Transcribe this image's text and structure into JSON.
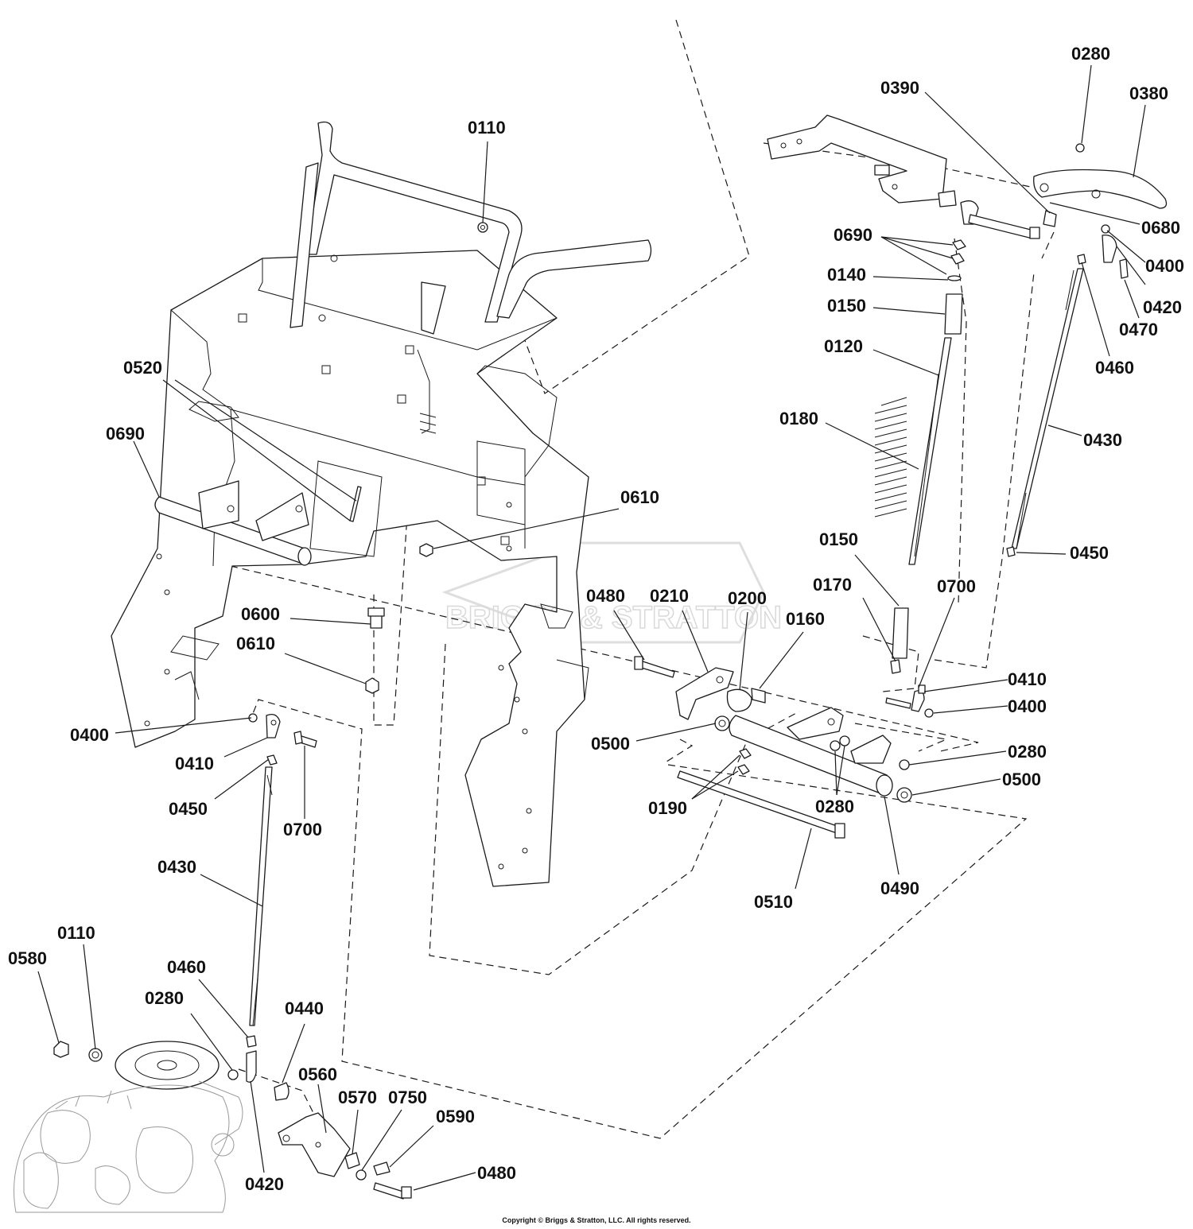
{
  "watermark": "BRIGGS & STRATTON",
  "copyright": "Copyright © Briggs & Stratton, LLC. All rights reserved.",
  "callouts": [
    {
      "id": "c-0110-top",
      "text": "0110"
    },
    {
      "id": "c-0520",
      "text": "0520"
    },
    {
      "id": "c-0690-left",
      "text": "0690"
    },
    {
      "id": "c-0610-right",
      "text": "0610"
    },
    {
      "id": "c-0600",
      "text": "0600"
    },
    {
      "id": "c-0610-left",
      "text": "0610"
    },
    {
      "id": "c-0400-left",
      "text": "0400"
    },
    {
      "id": "c-0410-left",
      "text": "0410"
    },
    {
      "id": "c-0450-left",
      "text": "0450"
    },
    {
      "id": "c-0700-left",
      "text": "0700"
    },
    {
      "id": "c-0430-left",
      "text": "0430"
    },
    {
      "id": "c-0110-bottom",
      "text": "0110"
    },
    {
      "id": "c-0580",
      "text": "0580"
    },
    {
      "id": "c-0460-left",
      "text": "0460"
    },
    {
      "id": "c-0280-left",
      "text": "0280"
    },
    {
      "id": "c-0440",
      "text": "0440"
    },
    {
      "id": "c-0420-left",
      "text": "0420"
    },
    {
      "id": "c-0560",
      "text": "0560"
    },
    {
      "id": "c-0570",
      "text": "0570"
    },
    {
      "id": "c-0750",
      "text": "0750"
    },
    {
      "id": "c-0590",
      "text": "0590"
    },
    {
      "id": "c-0480-bottom",
      "text": "0480"
    },
    {
      "id": "c-0280-top",
      "text": "0280"
    },
    {
      "id": "c-0380",
      "text": "0380"
    },
    {
      "id": "c-0390",
      "text": "0390"
    },
    {
      "id": "c-0680",
      "text": "0680"
    },
    {
      "id": "c-0690-right",
      "text": "0690"
    },
    {
      "id": "c-0400-top",
      "text": "0400"
    },
    {
      "id": "c-0140",
      "text": "0140"
    },
    {
      "id": "c-0420-top",
      "text": "0420"
    },
    {
      "id": "c-0150-top",
      "text": "0150"
    },
    {
      "id": "c-0470",
      "text": "0470"
    },
    {
      "id": "c-0120",
      "text": "0120"
    },
    {
      "id": "c-0460-right",
      "text": "0460"
    },
    {
      "id": "c-0180",
      "text": "0180"
    },
    {
      "id": "c-0430-right",
      "text": "0430"
    },
    {
      "id": "c-0150-mid",
      "text": "0150"
    },
    {
      "id": "c-0450-right",
      "text": "0450"
    },
    {
      "id": "c-0480-mid",
      "text": "0480"
    },
    {
      "id": "c-0210",
      "text": "0210"
    },
    {
      "id": "c-0200",
      "text": "0200"
    },
    {
      "id": "c-0170",
      "text": "0170"
    },
    {
      "id": "c-0700-right",
      "text": "0700"
    },
    {
      "id": "c-0160",
      "text": "0160"
    },
    {
      "id": "c-0410-right",
      "text": "0410"
    },
    {
      "id": "c-0400-right",
      "text": "0400"
    },
    {
      "id": "c-0500-left",
      "text": "0500"
    },
    {
      "id": "c-0280-right",
      "text": "0280"
    },
    {
      "id": "c-0500-right",
      "text": "0500"
    },
    {
      "id": "c-0190",
      "text": "0190"
    },
    {
      "id": "c-0280-mid",
      "text": "0280"
    },
    {
      "id": "c-0510",
      "text": "0510"
    },
    {
      "id": "c-0490",
      "text": "0490"
    }
  ]
}
